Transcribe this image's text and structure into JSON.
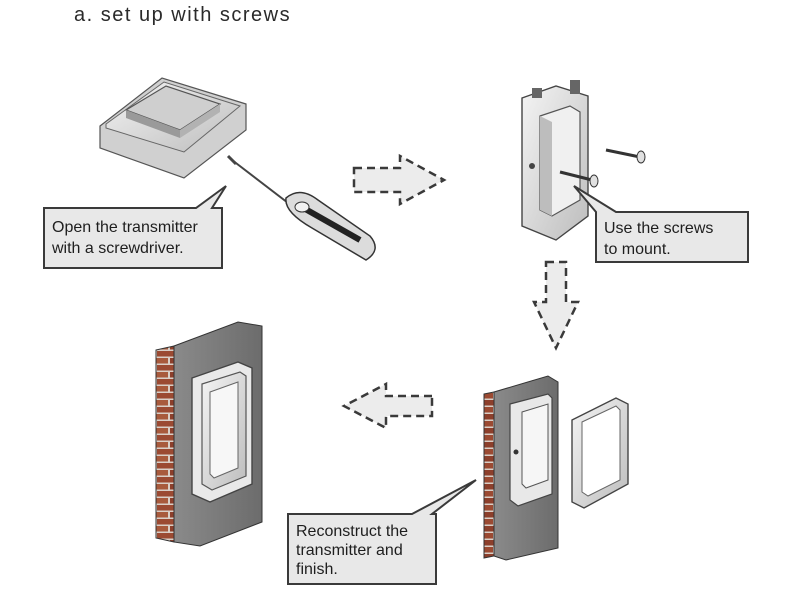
{
  "heading": "a. set up with screws",
  "steps": [
    {
      "lines": [
        "Open the transmitter",
        "with a screwdriver."
      ]
    },
    {
      "lines": [
        "Use the screws",
        "to mount."
      ]
    },
    {
      "lines": [
        "Reconstruct the",
        "transmitter and",
        "finish."
      ]
    }
  ],
  "colors": {
    "callout_fill": "#e8e8e8",
    "callout_stroke": "#3a3a3a",
    "arrow_fill": "#ececec",
    "arrow_stroke": "#3a3a3a",
    "wall": "#7a7a7a",
    "brick": "#9b4a32",
    "device": "#e6e6e6"
  }
}
